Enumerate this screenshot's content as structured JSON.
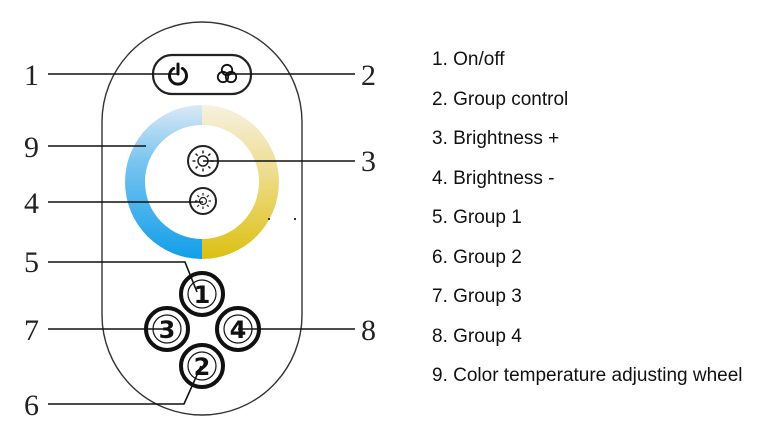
{
  "callouts": [
    {
      "num": "1",
      "ref": "on-off-button"
    },
    {
      "num": "2",
      "ref": "group-control-button"
    },
    {
      "num": "3",
      "ref": "brightness-plus-button"
    },
    {
      "num": "4",
      "ref": "brightness-minus-button"
    },
    {
      "num": "5",
      "ref": "group-1-button"
    },
    {
      "num": "6",
      "ref": "group-2-button"
    },
    {
      "num": "7",
      "ref": "group-3-button"
    },
    {
      "num": "8",
      "ref": "group-4-button"
    },
    {
      "num": "9",
      "ref": "color-temperature-wheel"
    }
  ],
  "group_buttons": {
    "g1": "1",
    "g2": "2",
    "g3": "3",
    "g4": "4"
  },
  "legend": [
    "1. On/off",
    "2. Group control",
    "3. Brightness +",
    "4. Brightness -",
    "5. Group 1",
    "6. Group 2",
    "7. Group 3",
    "8. Group 4",
    "9. Color temperature adjusting wheel"
  ],
  "icons": {
    "on_off": "power-icon",
    "group_control": "three-circles-icon",
    "brightness_plus": "sun-icon",
    "brightness_minus": "small-sun-icon"
  },
  "colors": {
    "wheel_cool": "#1ea0e8",
    "wheel_light": "#f4f1e6",
    "wheel_warm": "#e0c418",
    "outline": "#222222"
  }
}
